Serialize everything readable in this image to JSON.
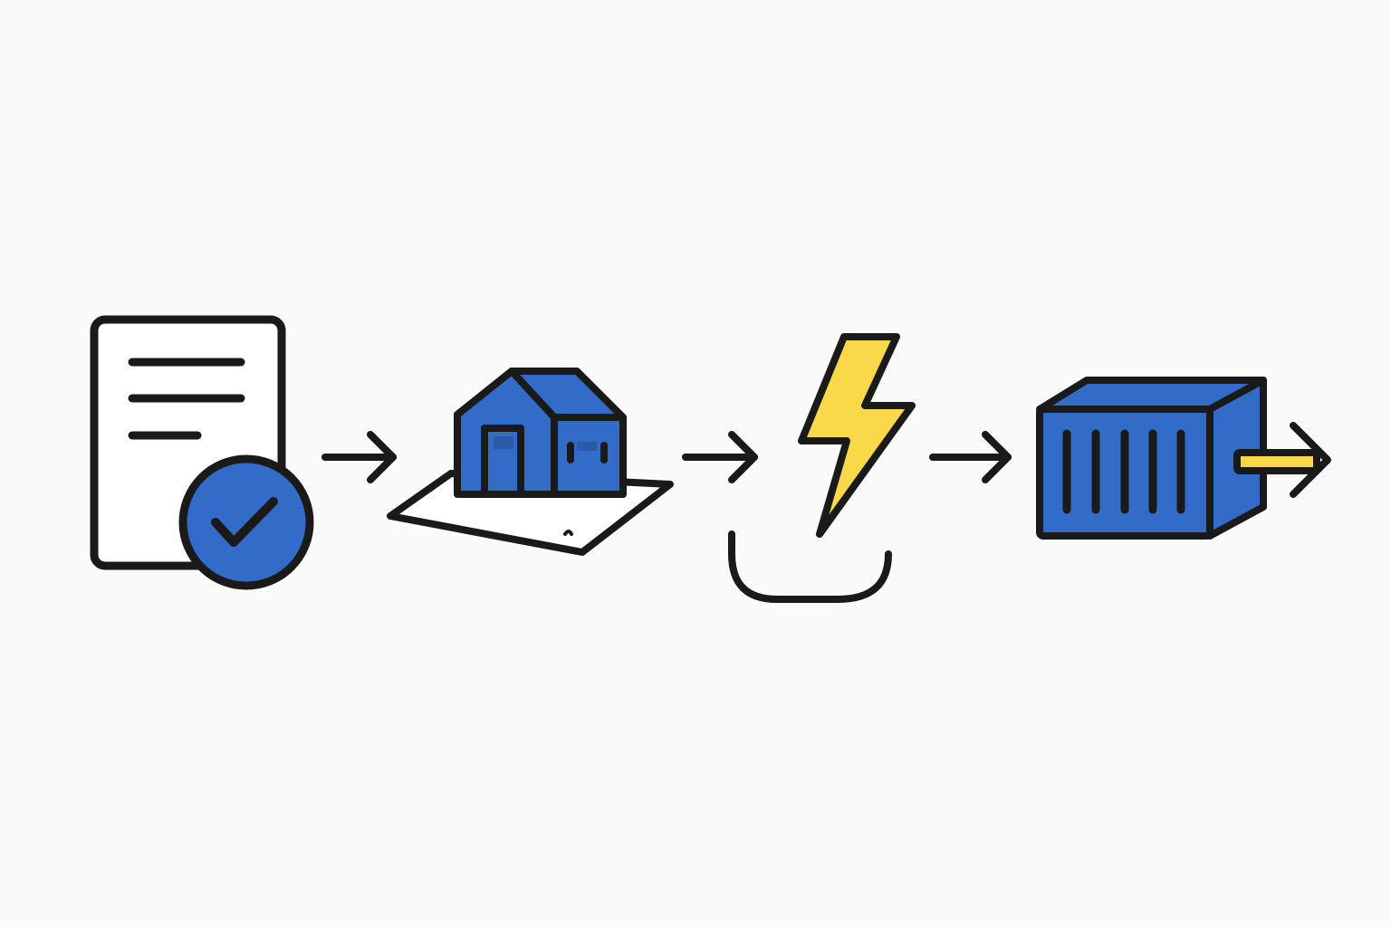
{
  "diagram": {
    "type": "process-flow",
    "direction": "left-to-right",
    "steps": [
      {
        "icon": "document-check-icon"
      },
      {
        "icon": "house-on-land-icon"
      },
      {
        "icon": "lightning-bolt-icon"
      },
      {
        "icon": "shipping-container-icon"
      }
    ],
    "connectors": [
      {
        "from": 0,
        "to": 1,
        "icon": "arrow-right-icon"
      },
      {
        "from": 1,
        "to": 2,
        "icon": "arrow-right-icon"
      },
      {
        "from": 2,
        "to": 3,
        "icon": "arrow-right-icon"
      }
    ]
  },
  "colors": {
    "background": "#fafafa",
    "outline": "#1a1a1a",
    "blue": "#326cc8",
    "blue_dark": "#2a5aa8",
    "yellow": "#f9d849",
    "white": "#ffffff"
  }
}
